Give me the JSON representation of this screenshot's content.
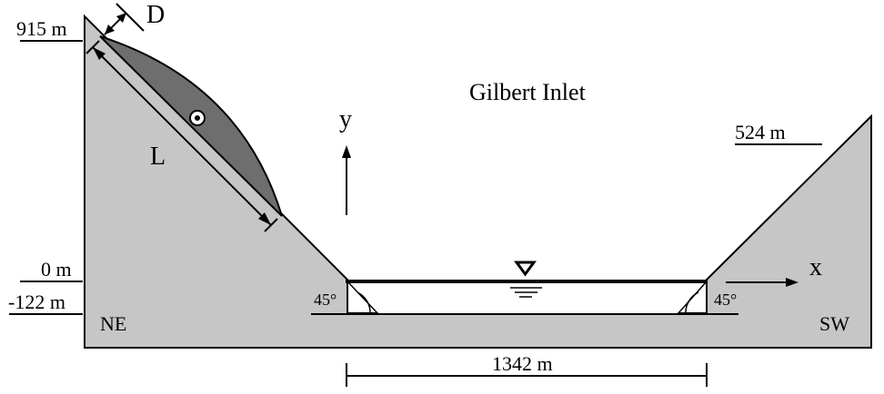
{
  "title": "Gilbert Inlet",
  "elevations": {
    "top_ne": "915 m",
    "top_sw": "524 m",
    "sea_level": "0 m",
    "bottom": "-122 m"
  },
  "width_label": "1342 m",
  "slide_labels": {
    "thickness": "D",
    "length": "L"
  },
  "axes": {
    "x": "x",
    "y": "y"
  },
  "angles": {
    "left": "45°",
    "right": "45°"
  },
  "sides": {
    "left": "NE",
    "right": "SW"
  },
  "colors": {
    "ground": "#c6c6c6",
    "slide": "#6e6e6e",
    "water": "#ffffff",
    "line": "#000000"
  }
}
